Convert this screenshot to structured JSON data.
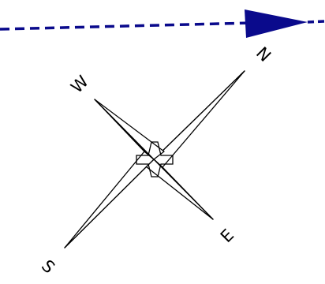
{
  "compass": {
    "north_label": "N",
    "east_label": "E",
    "south_label": "S",
    "west_label": "W",
    "dark_fill": "#000000",
    "light_fill": "#ffffff",
    "outline_color": "#000000"
  },
  "arrow": {
    "color": "#0a0a8c",
    "line_style": "dashed"
  }
}
